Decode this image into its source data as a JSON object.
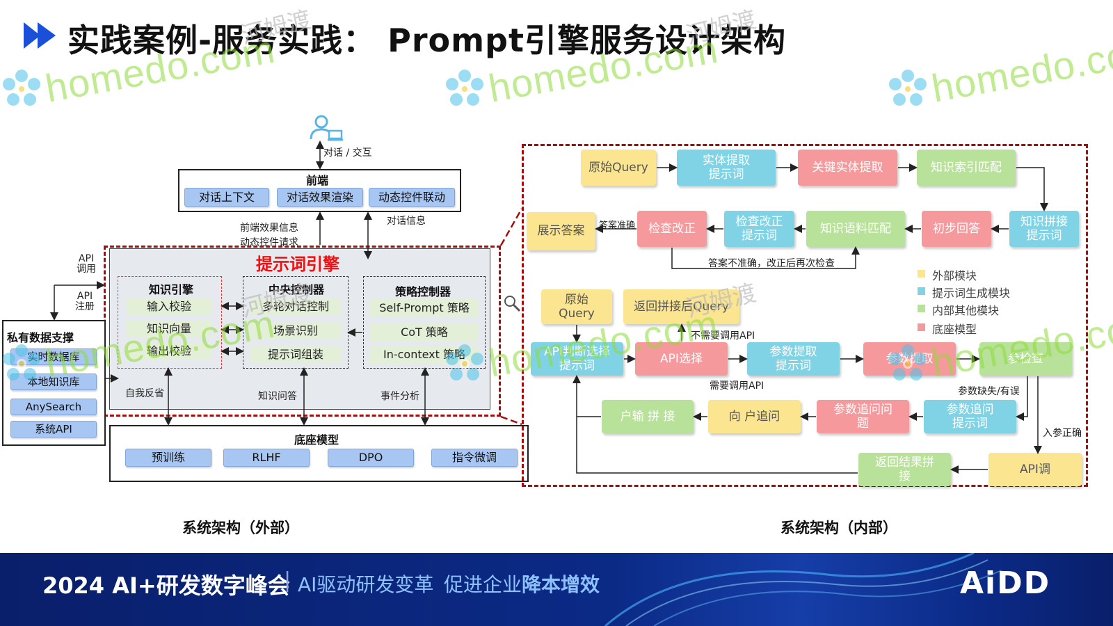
{
  "title": "实践案例-服务实践： Prompt引擎服务设计架构",
  "watermark": {
    "text": "homedo.com",
    "cn": "河姆渡"
  },
  "left": {
    "user_label": "对话 / 交互",
    "frontend": {
      "title": "前端",
      "items": [
        "对话上下文",
        "对话效果渲染",
        "动态控件联动"
      ]
    },
    "front_labels": {
      "effect_info": "前端效果信息",
      "control_request": "动态控件请求",
      "dialog_info": "对话信息"
    },
    "api_call": [
      "API",
      "调用"
    ],
    "api_register": [
      "API",
      "注册"
    ],
    "engine_title": "提示词引擎",
    "knowledge": {
      "title": "知识引擎",
      "items": [
        "输入校验",
        "知识向量",
        "输出校验"
      ]
    },
    "central": {
      "title": "中央控制器",
      "items": [
        "多轮对话控制",
        "场景识别",
        "提示词组装"
      ]
    },
    "strategy": {
      "title": "策略控制器",
      "items": [
        "Self-Prompt 策略",
        "CoT 策略",
        "In-context 策略"
      ]
    },
    "private": {
      "title": "私有数据支撑",
      "items": [
        "实时数据库",
        "本地知识库",
        "AnySearch",
        "系统API"
      ]
    },
    "bottom_labels": {
      "self_reflect": "自我反省",
      "knowledge_qa": "知识问答",
      "event_analysis": "事件分析"
    },
    "base": {
      "title": "底座模型",
      "items": [
        "预训练",
        "RLHF",
        "DPO",
        "指令微调"
      ]
    },
    "caption": "系统架构（外部）"
  },
  "right": {
    "row1": [
      {
        "id": "raw-query",
        "text": "原始Query",
        "c": "y"
      },
      {
        "id": "entity-prompt",
        "text": "实体提取\n提示词",
        "c": "c"
      },
      {
        "id": "key-entity",
        "text": "关键实体提取",
        "c": "p"
      },
      {
        "id": "index-match",
        "text": "知识索引匹配",
        "c": "g"
      }
    ],
    "row2": [
      {
        "id": "show-answer",
        "text": "展示答案",
        "c": "y"
      },
      {
        "id": "check-fix",
        "text": "检查改正",
        "c": "p"
      },
      {
        "id": "check-fix-prompt",
        "text": "检查改正\n提示词",
        "c": "c"
      },
      {
        "id": "corpus-match",
        "text": "知识语料匹配",
        "c": "g"
      },
      {
        "id": "initial-answer",
        "text": "初步回答",
        "c": "p"
      },
      {
        "id": "splice-prompt",
        "text": "知识拼接\n提示词",
        "c": "c"
      }
    ],
    "row3": [
      {
        "id": "raw-query2",
        "text": "原始\nQuery",
        "c": "y"
      },
      {
        "id": "return-splice",
        "text": "返回拼接后Query",
        "c": "y"
      }
    ],
    "row4": [
      {
        "id": "api-judge-prompt",
        "text": "API判断选择\n提示词",
        "c": "c"
      },
      {
        "id": "api-select",
        "text": "API选择",
        "c": "p"
      },
      {
        "id": "param-extract-prompt",
        "text": "参数提取\n提示词",
        "c": "c"
      },
      {
        "id": "param-extract",
        "text": "参数提取",
        "c": "p"
      },
      {
        "id": "param-check",
        "text": "参检查",
        "c": "g"
      }
    ],
    "row5": [
      {
        "id": "user-input-splice",
        "text": "户输 拼 接",
        "c": "g"
      },
      {
        "id": "ask-user",
        "text": "向 户追问",
        "c": "y"
      },
      {
        "id": "param-ask-question",
        "text": "参数追问问\n题",
        "c": "p"
      },
      {
        "id": "param-ask-prompt",
        "text": "参数追问\n提示词",
        "c": "c"
      }
    ],
    "row6": [
      {
        "id": "return-result",
        "text": "返回结果拼\n接",
        "c": "g"
      },
      {
        "id": "api-call",
        "text": "API调",
        "c": "y"
      }
    ],
    "labels": {
      "answer_correct": "答案准确",
      "answer_incorrect": "答案不准确，改正后再次检查",
      "no_api": "不需要调用API",
      "need_api": "需要调用API",
      "param_missing": "参数缺失/有误",
      "param_ok": "入参正确"
    },
    "legend": [
      {
        "text": "外部模块",
        "color": "#fbe591"
      },
      {
        "text": "提示词生成模块",
        "color": "#7fd3e4"
      },
      {
        "text": "内部其他模块",
        "color": "#b8e19a"
      },
      {
        "text": "底座模型",
        "color": "#f6999d"
      }
    ],
    "caption": "系统架构（内部）"
  },
  "footer": {
    "left": "2024 AI+研发数字峰会",
    "sep": "|",
    "slogan_a": "AI驱动研发变革",
    "slogan_b": "促进企业",
    "slogan_c": "降本增效",
    "logo": "AiDD"
  },
  "colors": {
    "accent_red": "#c00000",
    "dash_red": "#a40d0d",
    "yellow": "#fbe591",
    "cyan": "#7fd3e4",
    "pink": "#f6999d",
    "green": "#b8e19a",
    "navy": "#0a1f6b"
  },
  "icons": [
    "play-arrow-icon",
    "user-computer-icon",
    "magnifier-icon",
    "homedo-flower-icon"
  ]
}
